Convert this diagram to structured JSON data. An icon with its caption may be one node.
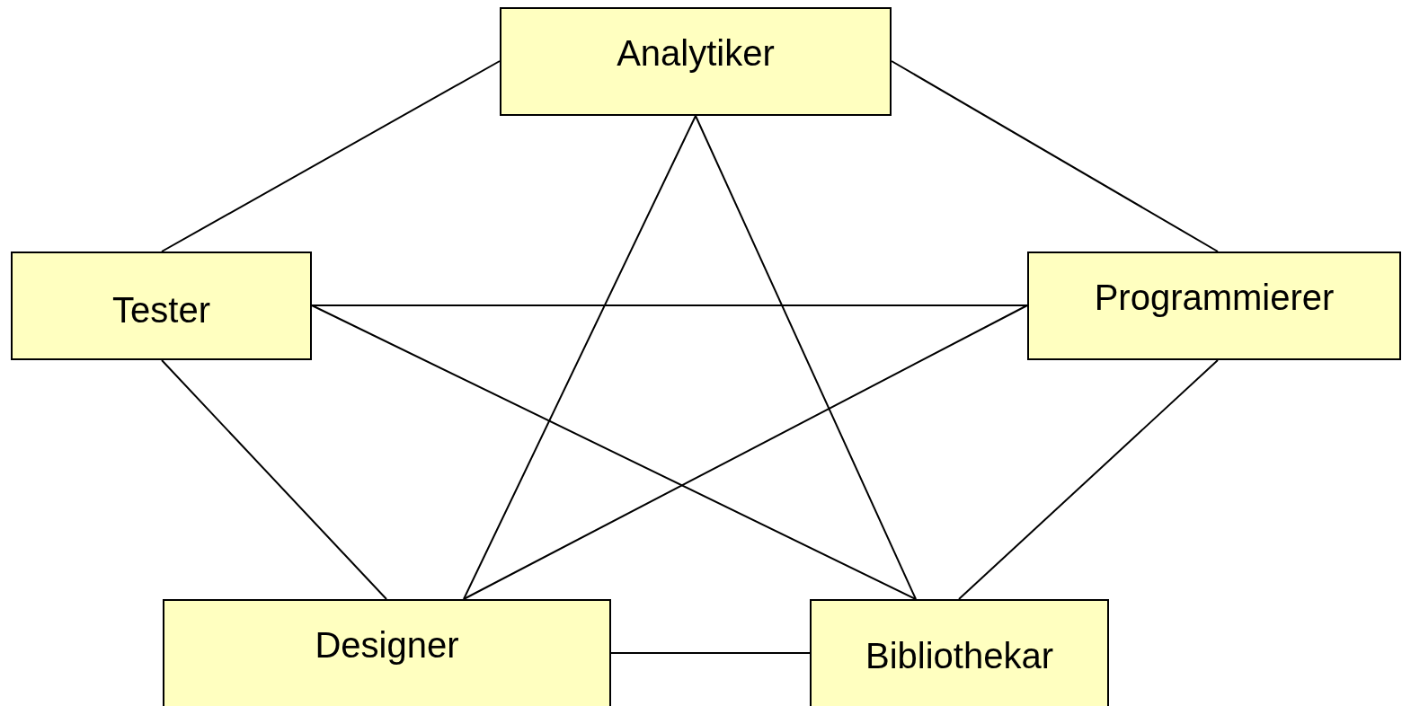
{
  "diagram": {
    "nodes": [
      {
        "text": [
          "Analytiker"
        ]
      },
      {
        "text": [
          "Tester"
        ]
      },
      {
        "text": [
          "Programmierer"
        ]
      },
      {
        "text": [
          "Designer"
        ]
      },
      {
        "text": [
          "Bibliothekar"
        ]
      }
    ],
    "edges": [
      {
        "from": 0,
        "to": 1,
        "arrow": "none"
      },
      {
        "from": 0,
        "to": 2,
        "arrow": "none"
      },
      {
        "from": 0,
        "to": 3,
        "arrow": "none"
      },
      {
        "from": 0,
        "to": 4,
        "arrow": "none"
      },
      {
        "from": 1,
        "to": 2,
        "arrow": "none"
      },
      {
        "from": 1,
        "to": 4,
        "arrow": "none"
      },
      {
        "from": 1,
        "to": 3,
        "arrow": "none"
      },
      {
        "from": 2,
        "to": 3,
        "arrow": "none"
      },
      {
        "from": 2,
        "to": 4,
        "arrow": "none"
      },
      {
        "from": 3,
        "to": 4,
        "arrow": "none"
      }
    ]
  }
}
